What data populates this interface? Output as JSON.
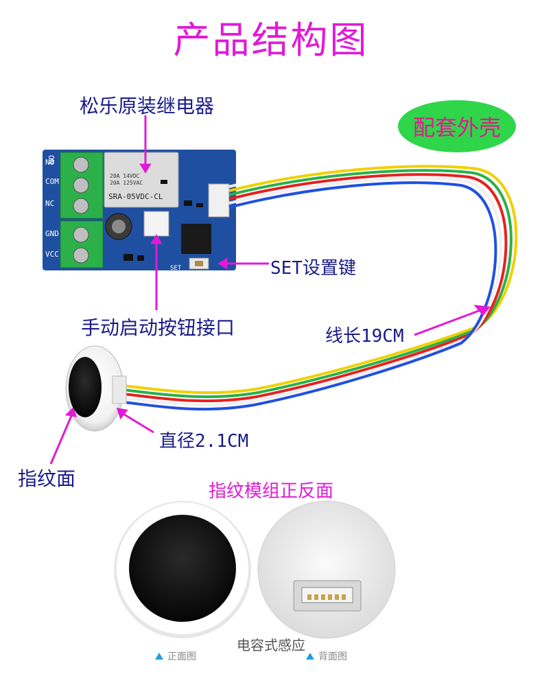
{
  "title": "产品结构图",
  "labels": {
    "relay": "松乐原装继电器",
    "case": "配套外壳",
    "set_key": "SET设置键",
    "button_port": "手动启动按钮接口",
    "cable_length": "线长19CM",
    "diameter": "直径2.1CM",
    "finger_face": "指纹面"
  },
  "board": {
    "terminals_top": [
      "NO",
      "COM",
      "NC"
    ],
    "terminals_bottom": [
      "GND",
      "VCC"
    ],
    "relay_text": [
      "20A 14VDC",
      "20A 125VAC",
      "SRA-05VDC-CL"
    ],
    "set_silk": "SET"
  },
  "module_section": {
    "title": "指纹模组正反面",
    "front_caption": "正面图",
    "back_caption": "背面图",
    "sensing": "电容式感应"
  },
  "colors": {
    "title": "#e01ad6",
    "label": "#1a1a8c",
    "pointer": "#e01ad6",
    "badge": "#2fd64a",
    "pcb": "#1f4fa0",
    "terminal": "#2bb04a"
  }
}
